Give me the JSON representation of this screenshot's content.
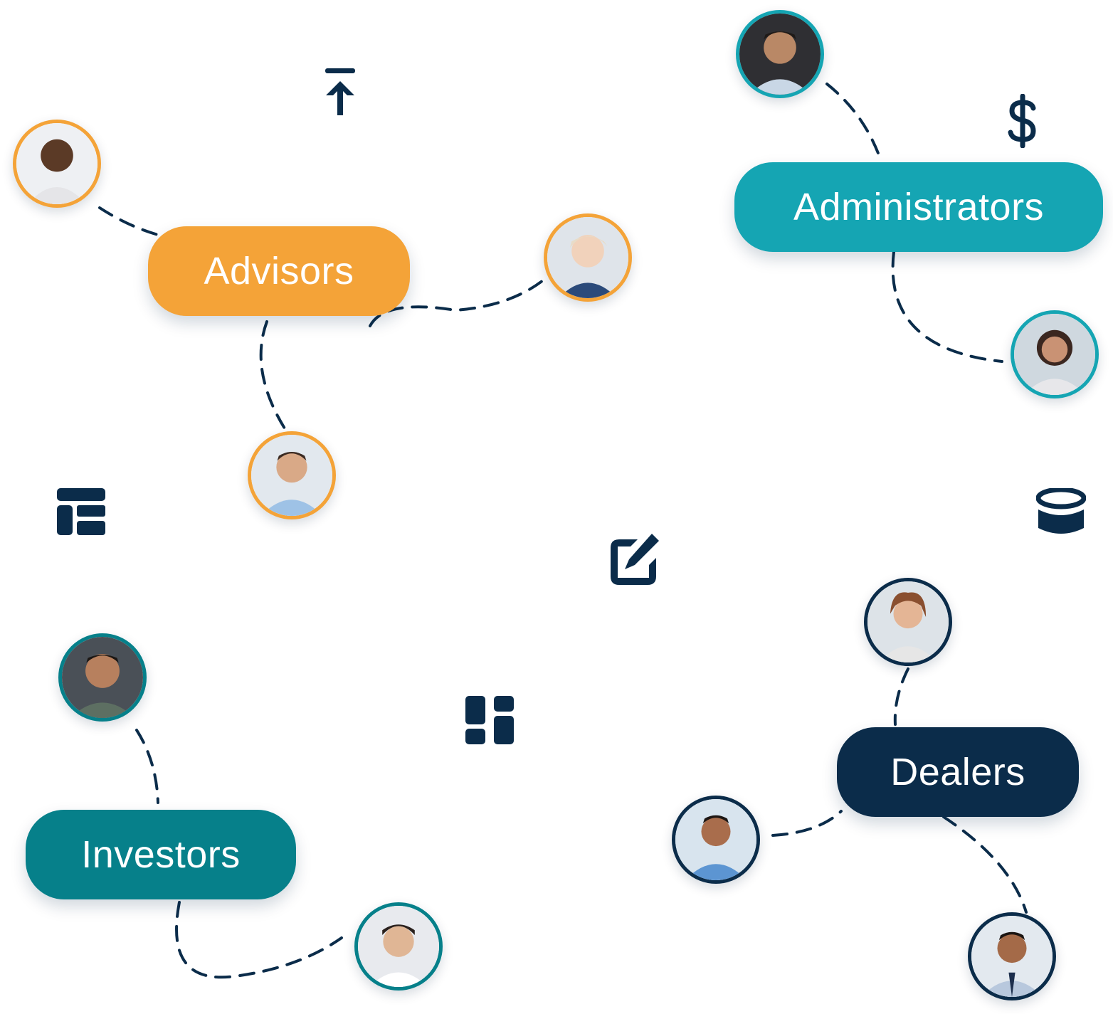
{
  "colors": {
    "navy": "#0b2c4a",
    "advisors": "#f4a338",
    "administrators": "#15a5b3",
    "investors": "#06808a",
    "dealers": "#0b2c4a"
  },
  "groups": {
    "advisors": {
      "label": "Advisors"
    },
    "administrators": {
      "label": "Administrators"
    },
    "investors": {
      "label": "Investors"
    },
    "dealers": {
      "label": "Dealers"
    }
  },
  "icons": [
    "upload-icon",
    "dollar-icon",
    "table-layout-icon",
    "edit-icon",
    "database-icon",
    "dashboard-icon"
  ]
}
